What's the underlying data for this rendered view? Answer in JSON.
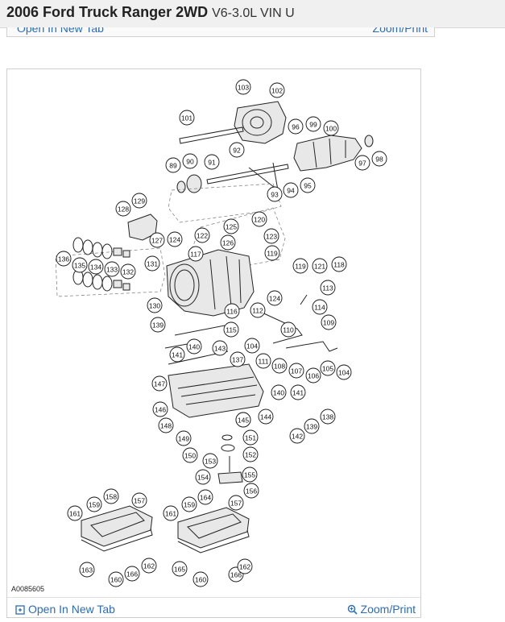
{
  "header": {
    "title": "2006 Ford Truck Ranger 2WD",
    "subtitle": "V6-3.0L VIN U"
  },
  "previous_toolbar": {
    "open_label": "Open In New Tab",
    "zoom_label": "Zoom/Print"
  },
  "diagram": {
    "image_code": "A0085605",
    "callouts": [
      "101",
      "102",
      "103",
      "96",
      "99",
      "100",
      "97",
      "98",
      "92",
      "89",
      "90",
      "91",
      "93",
      "94",
      "95",
      "128",
      "129",
      "120",
      "125",
      "126",
      "123",
      "127",
      "124",
      "122",
      "117",
      "119",
      "136",
      "135",
      "134",
      "133",
      "132",
      "131",
      "119",
      "121",
      "118",
      "113",
      "130",
      "124",
      "114",
      "116",
      "115",
      "112",
      "110",
      "109",
      "139",
      "140",
      "141",
      "143",
      "137",
      "104",
      "111",
      "108",
      "107",
      "106",
      "105",
      "104",
      "145",
      "147",
      "140",
      "141",
      "146",
      "138",
      "148",
      "145",
      "144",
      "139",
      "142",
      "149",
      "151",
      "150",
      "153",
      "152",
      "154",
      "155",
      "156",
      "158",
      "157",
      "159",
      "161",
      "164",
      "159",
      "157",
      "161",
      "163",
      "160",
      "166",
      "162",
      "165",
      "160",
      "166",
      "162"
    ]
  },
  "toolbar": {
    "open_label": "Open In New Tab",
    "zoom_label": "Zoom/Print"
  },
  "colors": {
    "link": "#2b6cb8",
    "header_bg": "#f0f0f0"
  },
  "icons": {
    "open": "open-in-new-tab-icon",
    "zoom": "zoom-in-icon"
  }
}
